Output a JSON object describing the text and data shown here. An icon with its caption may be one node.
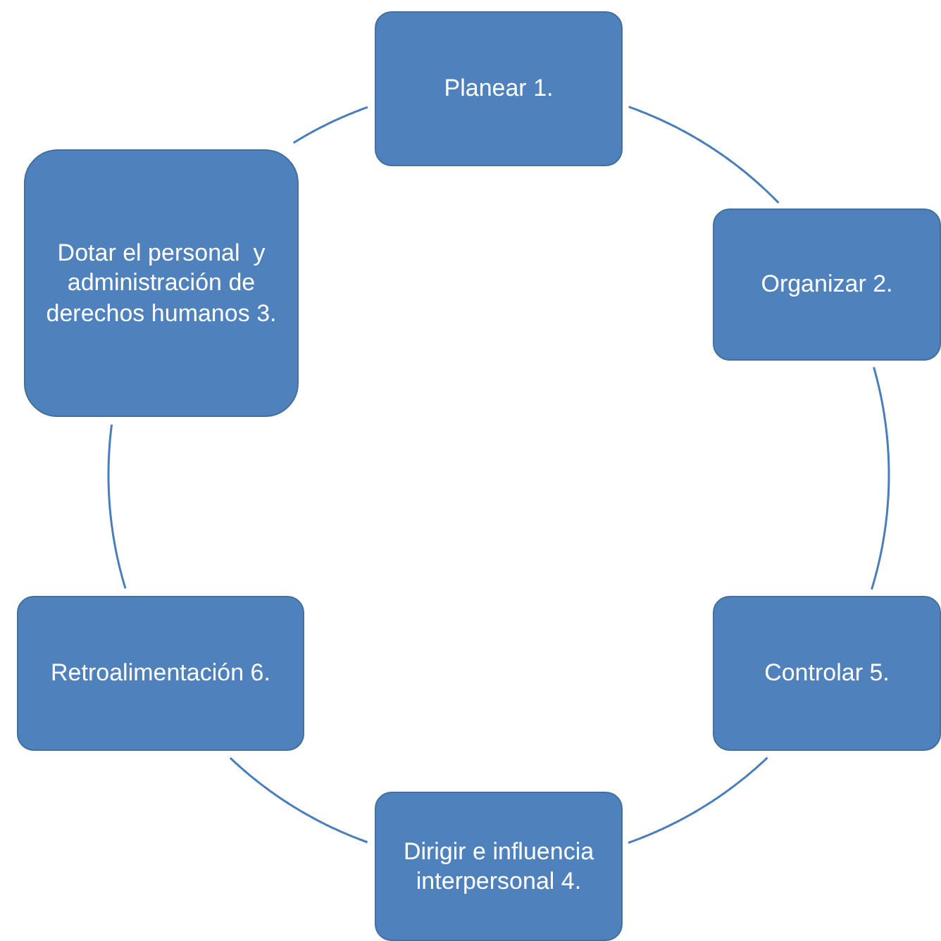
{
  "diagram": {
    "nodes": [
      {
        "text": [
          "Planear 1."
        ]
      },
      {
        "text": [
          "Dotar el personal  y administración de derechos humanos 3."
        ]
      },
      {
        "text": [
          "Organizar 2."
        ]
      },
      {
        "text": [
          "Retroalimentación 6."
        ]
      },
      {
        "text": [
          "Controlar 5."
        ]
      },
      {
        "text": [
          "Dirigir e influencia interpersonal 4."
        ]
      }
    ],
    "edges": [
      {
        "from": 0,
        "to": 2,
        "arrow": "none"
      },
      {
        "from": 2,
        "to": 4,
        "arrow": "none"
      },
      {
        "from": 4,
        "to": 5,
        "arrow": "none"
      },
      {
        "from": 5,
        "to": 3,
        "arrow": "none"
      },
      {
        "from": 3,
        "to": 1,
        "arrow": "none"
      },
      {
        "from": 1,
        "to": 0,
        "arrow": "none"
      }
    ]
  }
}
